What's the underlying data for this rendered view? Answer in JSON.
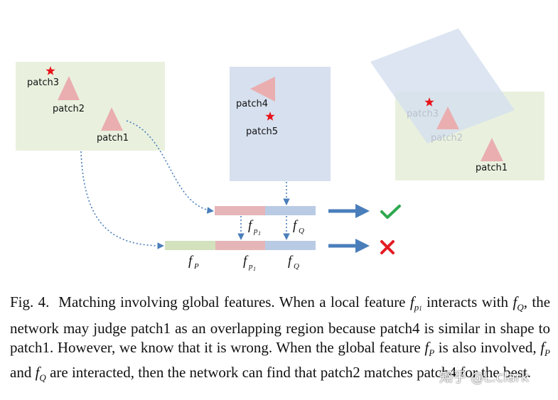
{
  "diagram": {
    "labels": {
      "patch1_left": "patch1",
      "patch2_left": "patch2",
      "patch3_left": "patch3",
      "patch4": "patch4",
      "patch5": "patch5",
      "patch3_right": "patch3",
      "patch2_right": "patch2",
      "patch1_right": "patch1"
    },
    "features": {
      "f_letter": "f",
      "p1_sub": "p",
      "p1_sub_index": "1",
      "q_sub": "Q",
      "p_sub": "P"
    },
    "outcomes": {
      "match_icon": "check-icon",
      "mismatch_icon": "cross-icon"
    },
    "colors": {
      "panel_green": "#e9f1de",
      "panel_blue": "#d6e0ee",
      "triangle": "#eaaeb0",
      "star": "#e8151b",
      "bar_pink": "#e6b5b8",
      "bar_blue": "#b9cbe4",
      "bar_green": "#d3e2bd",
      "arrow_blue": "#4a7ebb",
      "check_green": "#2fa84f",
      "cross_red": "#e31b23"
    }
  },
  "caption": {
    "fig": "Fig. 4.",
    "s1": "Matching involving global features. When a local feature ",
    "f": "f",
    "sub_p": "p",
    "sub_1": "1",
    "s2": " interacts with ",
    "fQ_sub": "Q",
    "s3": ", the network may judge patch1 as an overlapping region because patch4 is similar in shape to patch1. However, we know that it is wrong. When the global feature ",
    "fP_sub": "P",
    "s4": " is also involved, ",
    "s5": " and ",
    "s6": " are interacted, then the network can find that patch2 matches patch4 for the best."
  },
  "watermark": "知乎 @L.clark"
}
